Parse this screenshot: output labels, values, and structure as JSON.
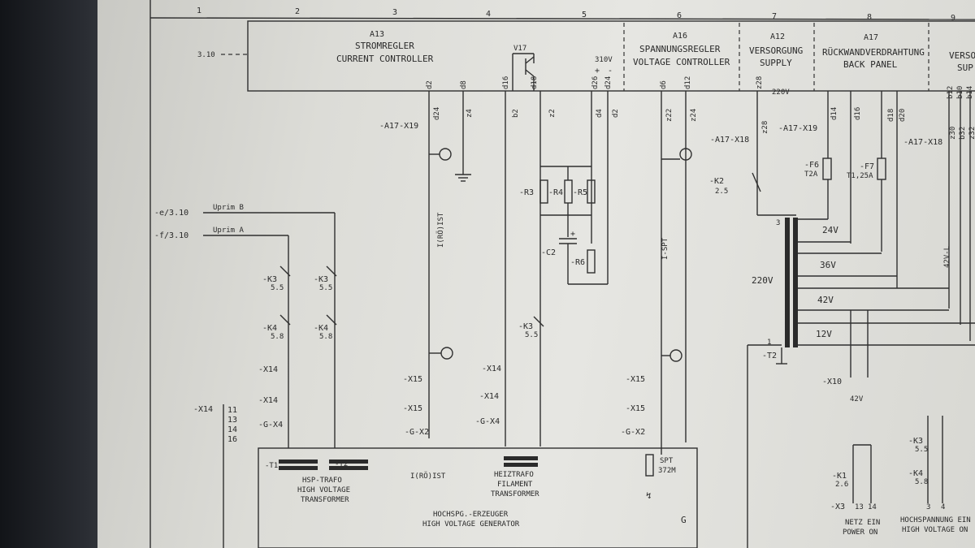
{
  "columns": [
    "1",
    "2",
    "3",
    "4",
    "5",
    "6",
    "7",
    "8",
    "9"
  ],
  "ref_left": "3.10",
  "modules": {
    "a13": {
      "id": "A13",
      "line1": "STROMREGLER",
      "line2": "CURRENT CONTROLLER"
    },
    "a16": {
      "id": "A16",
      "line1": "SPANNUNGSREGLER",
      "line2": "VOLTAGE CONTROLLER"
    },
    "a12": {
      "id": "A12",
      "line1": "VERSORGUNG",
      "line2": "SUPPLY"
    },
    "a17": {
      "id": "A17",
      "line1": "RÜCKWANDVERDRAHTUNG",
      "line2": "BACK PANEL"
    },
    "a9": {
      "line1": "VERSO",
      "line2": "SUP"
    }
  },
  "v17": "V17",
  "v310": "310V",
  "v220_top": "220V",
  "pins_top": [
    "d2",
    "d8",
    "d16",
    "d18",
    "d26",
    "d24",
    "d6",
    "d12",
    "z28",
    "b12",
    "b10",
    "b14"
  ],
  "pins_conn": [
    "d24",
    "z4",
    "b2",
    "z2",
    "d4",
    "d2",
    "z22",
    "z24",
    "z28",
    "d14",
    "d16",
    "d18",
    "d20",
    "z30",
    "b32",
    "z32"
  ],
  "plus": "+",
  "minus": "-",
  "conn_a17_x19_left": "-A17-X19",
  "conn_a17_x18": "-A17-X18",
  "conn_a17_x19_right": "-A17-X19",
  "conn_a17_x18_right": "-A17-X18",
  "ref_e": "-e/3.10",
  "ref_f": "-f/3.10",
  "uprim_b": "Uprim B",
  "uprim_a": "Uprim A",
  "k3": "-K3",
  "k4": "-K4",
  "k2": "-K2",
  "k1": "-K1",
  "k3_ref": "5.5",
  "k4_ref": "5.8",
  "k2_ref": "2.5",
  "k1_ref": "2.6",
  "r3": "-R3",
  "r4": "-R4",
  "r5": "-R5",
  "r6": "-R6",
  "c2": "-C2",
  "f6": "-F6",
  "f6_val": "T2A",
  "f7": "-F7",
  "f7_val": "T1,25A",
  "i_ro_ist_v": "I(RÖ)IST",
  "i_spt_v": "I-SPT",
  "v220": "220V",
  "t2": "-T2",
  "v24": "24V",
  "v36": "36V",
  "v42": "42V",
  "v12": "12V",
  "v42l": "42V-L",
  "x14": "-X14",
  "x15": "-X15",
  "gx4": "-G-X4",
  "gx2": "-G-X2",
  "x10": "-X10",
  "x3": "-X3",
  "x14_list": [
    "11",
    "13",
    "14",
    "16"
  ],
  "t1": "-T1",
  "t2_gen": "-T2",
  "hsp_trafo": [
    "HSP-TRAFO",
    "HIGH VOLTAGE",
    "TRANSFORMER"
  ],
  "i_ro_ist": "I(RÖ)IST",
  "heiztrafo": [
    "HEIZTRAFO",
    "FILAMENT",
    "TRANSFORMER"
  ],
  "spt": "SPT",
  "spt_val": "372M",
  "generator": [
    "HOCHSPG.-ERZEUGER",
    "HIGH VOLTAGE GENERATOR"
  ],
  "gen_letter": "G",
  "netz_ein": [
    "NETZ EIN",
    "POWER ON"
  ],
  "hsp_ein": [
    "HOCHSPANNUNG EIN",
    "HIGH VOLTAGE ON"
  ],
  "colors": {
    "paper": "#dcdcd7",
    "ink": "#2a2a2a",
    "background": "#1a1c20"
  }
}
